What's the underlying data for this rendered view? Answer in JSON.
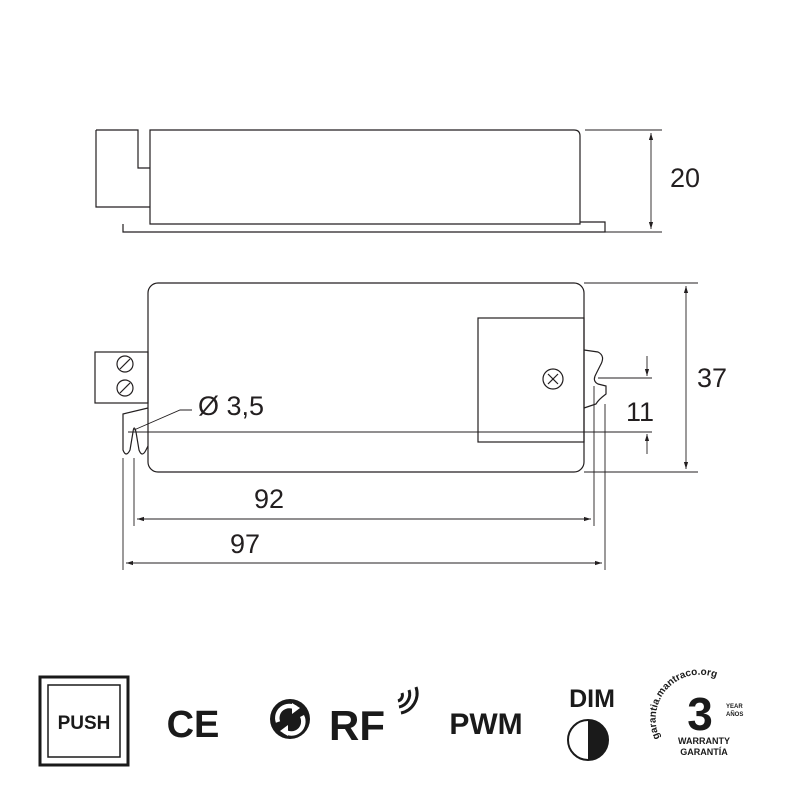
{
  "dimensions": {
    "height": "20",
    "width": "37",
    "hole_diameter": "Ø 3,5",
    "hole_spacing": "11",
    "body_length": "92",
    "total_length": "97"
  },
  "icons": {
    "push": "PUSH",
    "ce": "CE",
    "rf": "RF",
    "pwm": "PWM",
    "dim": "DIM",
    "warranty_years": "3",
    "warranty_year_label": "YEAR",
    "warranty_anos_label": "AÑOS",
    "warranty_en": "WARRANTY",
    "warranty_es": "GARANTÍA",
    "warranty_url": "garantia.mantraco.org"
  }
}
